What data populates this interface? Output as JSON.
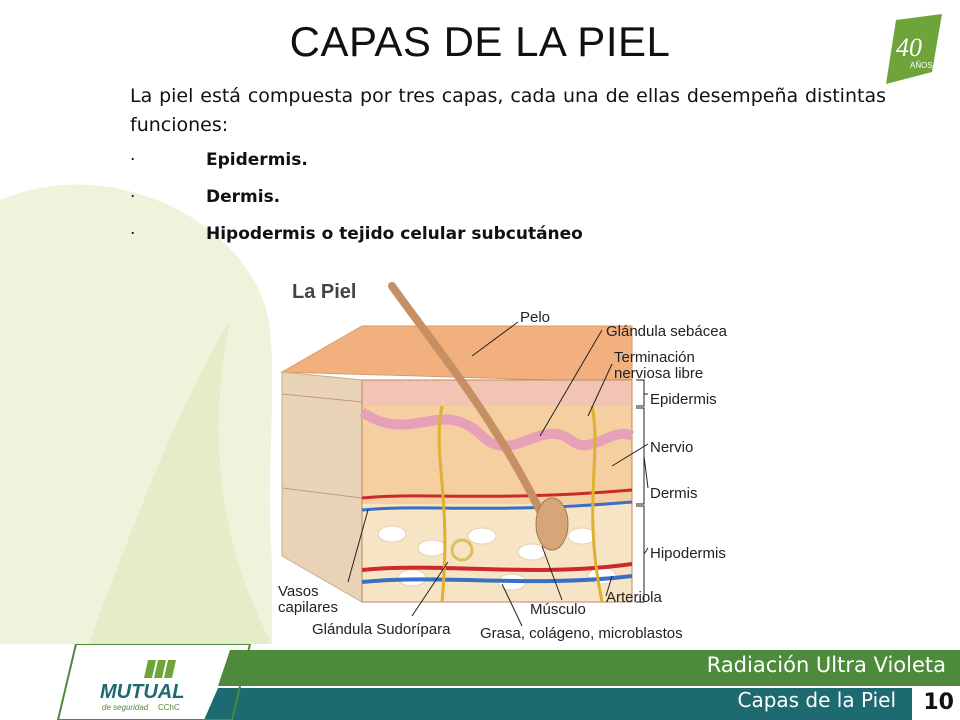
{
  "slide": {
    "title": "CAPAS DE LA PIEL",
    "intro": "La piel está compuesta por tres capas, cada una de ellas desempeña distintas funciones:",
    "layers": [
      {
        "bullet": "·",
        "label": "Epidermis."
      },
      {
        "bullet": "·",
        "label": "Dermis."
      },
      {
        "bullet": "·",
        "label": "Hipodermis o tejido celular subcutáneo"
      }
    ]
  },
  "badge": {
    "number": "40",
    "word": "AÑOS"
  },
  "figure": {
    "title": "La Piel",
    "labels": {
      "pelo": "Pelo",
      "glandula_sebacea": "Glándula sebácea",
      "terminacion_1": "Terminación",
      "terminacion_2": "nerviosa libre",
      "epidermis": "Epidermis",
      "nervio": "Nervio",
      "dermis": "Dermis",
      "hipodermis": "Hipodermis",
      "vasos_1": "Vasos",
      "vasos_2": "capilares",
      "glandula_sudoripara": "Glándula Sudorípara",
      "musculo": "Músculo",
      "arteriola": "Arteriola",
      "grasa": "Grasa, colágeno, microblastos"
    }
  },
  "footer": {
    "line1": "Radiación Ultra Violeta",
    "line2": "Capas de la Piel",
    "page": "10",
    "logo_name": "MUTUAL",
    "logo_sub": "de seguridad",
    "logo_tag": "CChC"
  },
  "colors": {
    "swoosh": "#e8efd2",
    "footer_green": "#4d8a3c",
    "footer_teal": "#1d6a70",
    "skin_top": "#f3b07f",
    "dermis": "#f5cfa0",
    "fat": "#f7e4c4"
  }
}
